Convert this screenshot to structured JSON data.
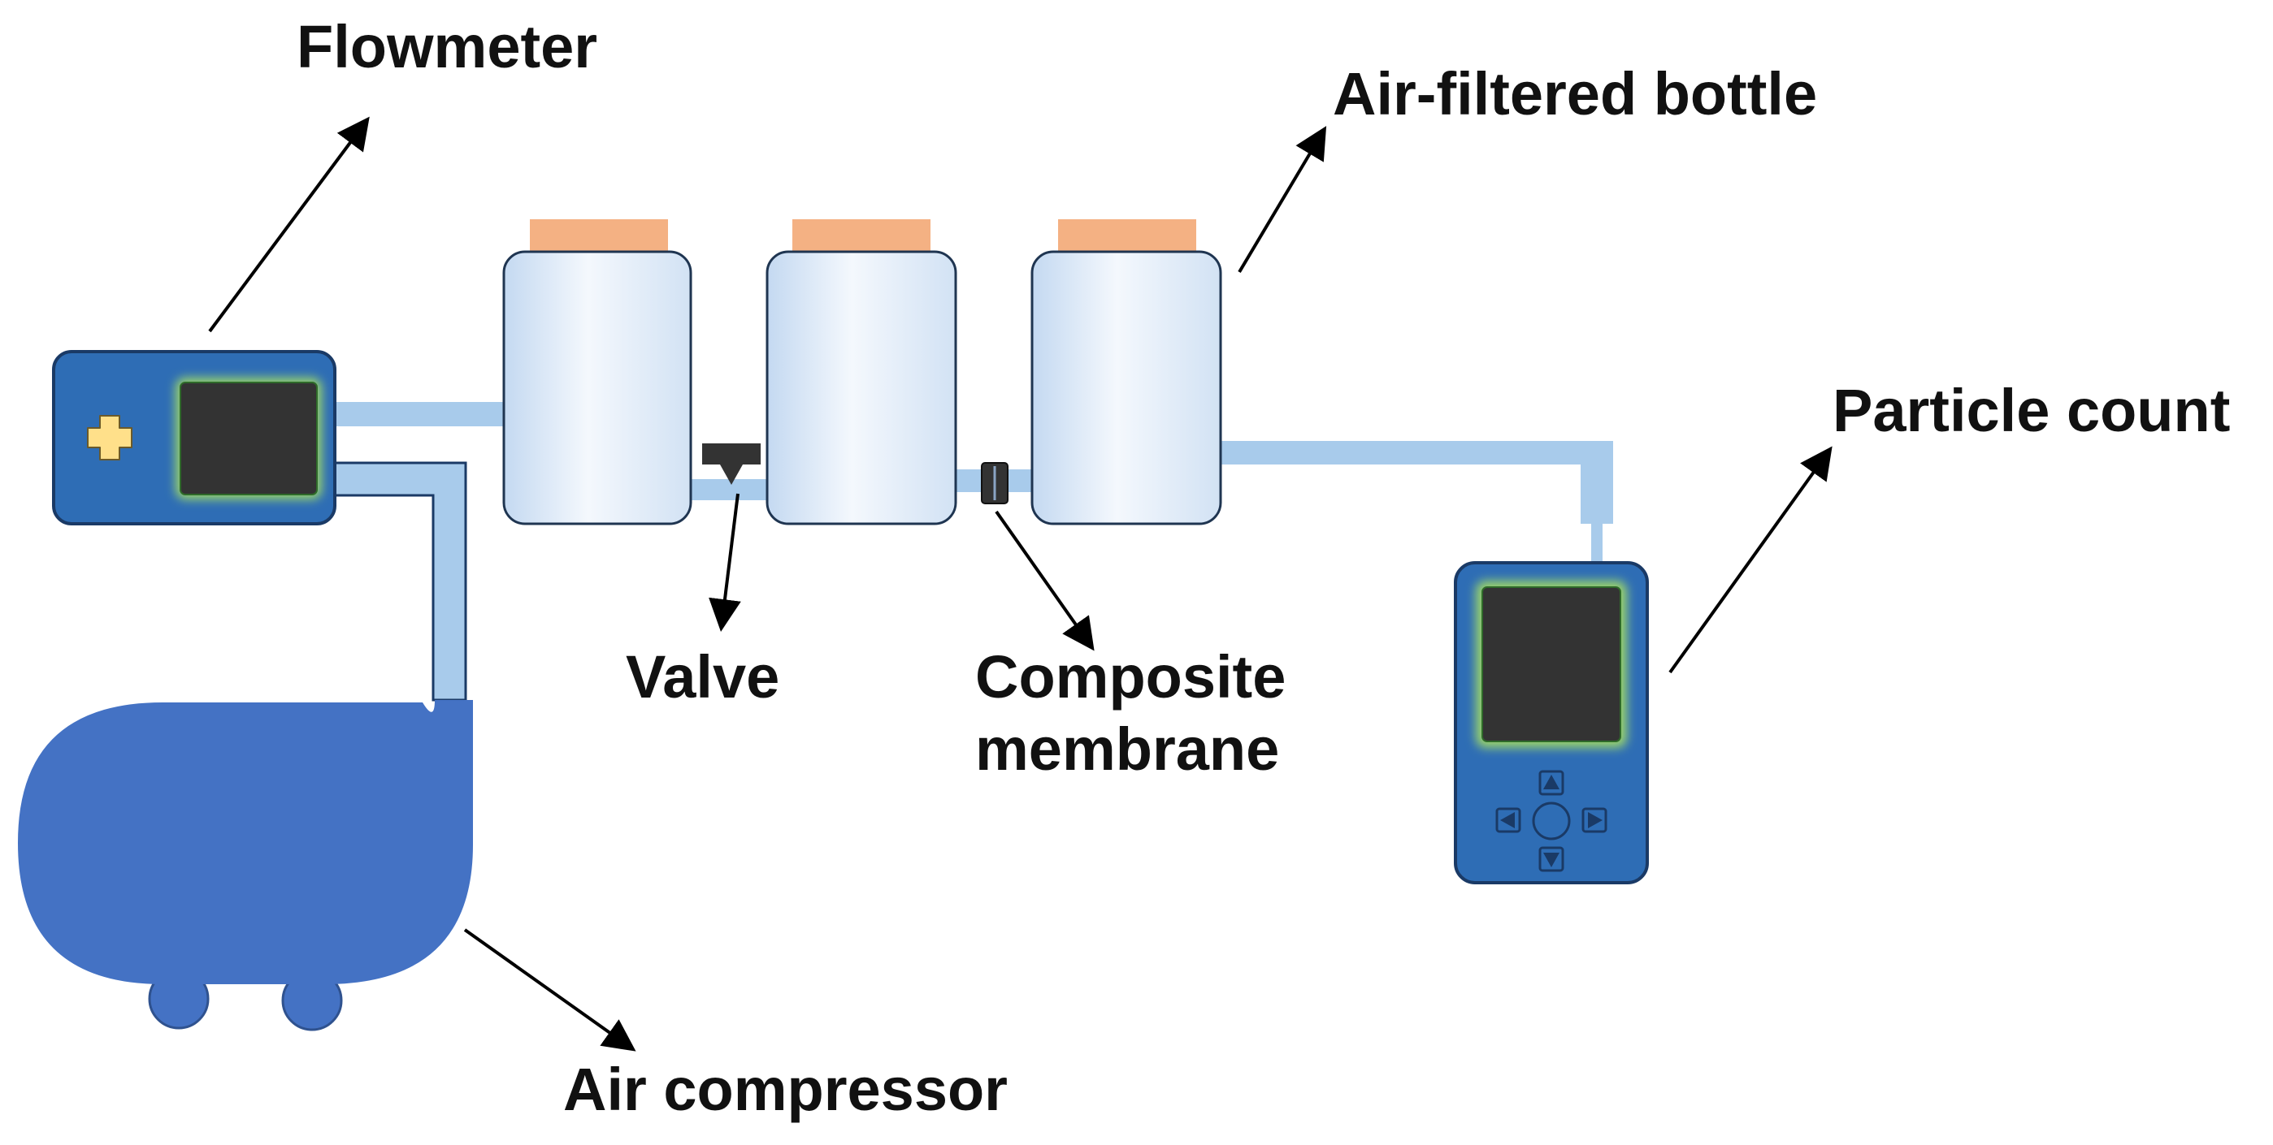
{
  "labels": {
    "flowmeter": "Flowmeter",
    "air_filtered_bottle": "Air-filtered bottle",
    "particle_count": "Particle count",
    "valve": "Valve",
    "composite_membrane_line1": "Composite",
    "composite_membrane_line2": "membrane",
    "air_compressor": "Air compressor"
  },
  "colors": {
    "device_blue": "#2e6db5",
    "device_border": "#1a3a66",
    "screen_dark": "#333333",
    "screen_glow": "#9ad36b",
    "tube": "#a8cbeb",
    "tube_border": "#1a3a66",
    "bottle_fill": "#dce9f7",
    "bottle_border": "#1f3551",
    "cap": "#f4b183",
    "compressor_blue": "#4472c4",
    "plus_icon": "#ffe08a",
    "arrow": "#000000"
  },
  "icons": {
    "flowmeter_display": "plus-icon",
    "keypad": [
      "arrow-up-icon",
      "arrow-left-icon",
      "circle-button-icon",
      "arrow-right-icon",
      "arrow-down-icon"
    ]
  }
}
